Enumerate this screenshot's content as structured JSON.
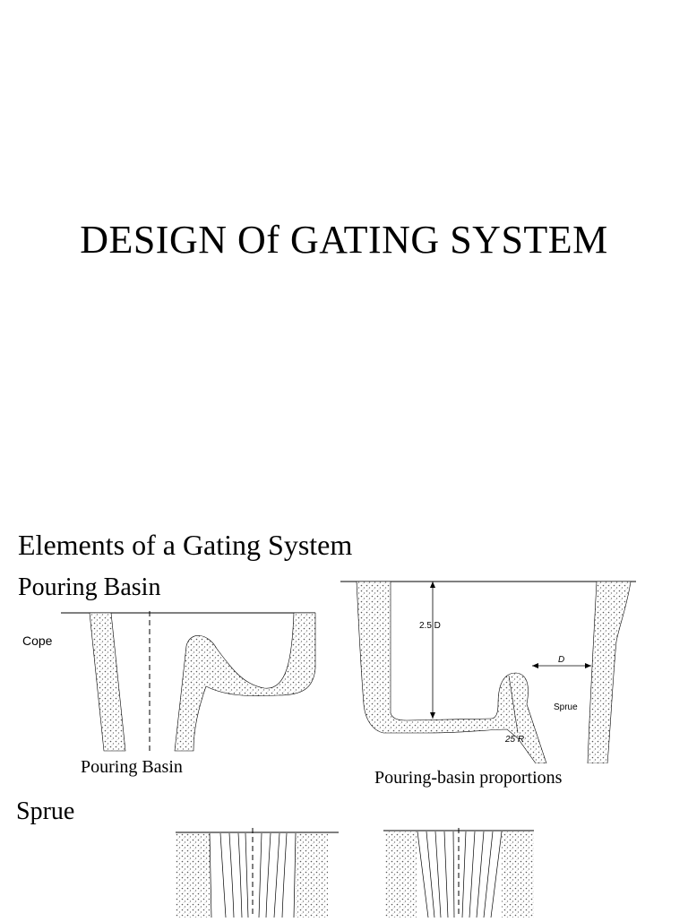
{
  "slide": {
    "title": "DESIGN Of GATING SYSTEM"
  },
  "section": {
    "heading": "Elements of a Gating System",
    "subheading_basin": "Pouring Basin",
    "subheading_sprue": "Sprue"
  },
  "figures": {
    "basin": {
      "caption": "Pouring Basin",
      "label_cope": "Cope"
    },
    "proportions": {
      "caption": "Pouring-basin proportions",
      "label_height": "2.5 D",
      "label_width": "D",
      "label_sprue": "Sprue",
      "label_radius": "25 R"
    }
  }
}
